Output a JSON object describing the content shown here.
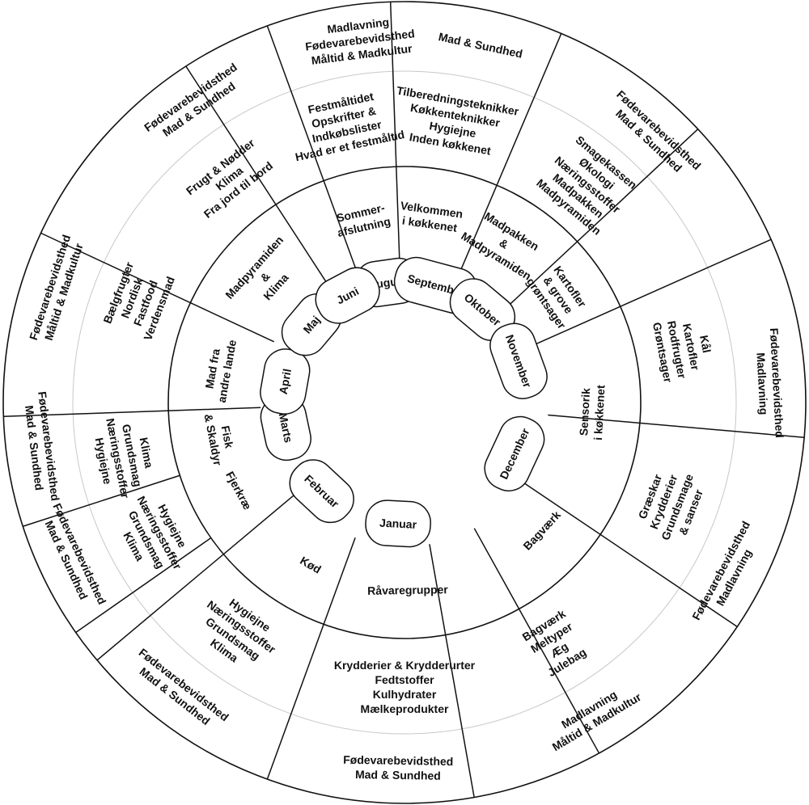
{
  "colors": {
    "stroke": "#111111",
    "guide": "#c8c8c8",
    "background": "#ffffff"
  },
  "months": [
    {
      "name": "August",
      "angle": 352
    },
    {
      "name": "September",
      "angle": 15
    },
    {
      "name": "Oktober",
      "angle": 40
    },
    {
      "name": "November",
      "angle": 70
    },
    {
      "name": "December",
      "angle": 115
    },
    {
      "name": "Januar",
      "angle": 183
    },
    {
      "name": "Februar",
      "angle": 223
    },
    {
      "name": "Marts",
      "angle": 258
    },
    {
      "name": "April",
      "angle": 280
    },
    {
      "name": "Maj",
      "angle": 310
    },
    {
      "name": "Juni",
      "angle": 332
    }
  ],
  "inner_labels": [
    {
      "lines": [
        "Velkommen",
        "i køkkenet"
      ],
      "angle": 8
    },
    {
      "lines": [
        "Madpakken",
        "&",
        "Madpyramiden"
      ],
      "angle": 32
    },
    {
      "lines": [
        "Kartofler",
        "& grove",
        "grøntsager"
      ],
      "angle": 55
    },
    {
      "lines": [
        "Sensorik",
        "i køkkenet"
      ],
      "angle": 93
    },
    {
      "lines": [
        "Bagværk"
      ],
      "angle": 133
    },
    {
      "lines": [
        "Råvaregrupper"
      ],
      "angle": 179
    },
    {
      "lines": [
        "Kød"
      ],
      "angle": 210
    },
    {
      "lines": [
        "Fjerkræ"
      ],
      "angle": 242
    },
    {
      "lines": [
        "Fisk",
        "& Skaldyr"
      ],
      "angle": 259
    },
    {
      "lines": [
        "Mad fra",
        "andre lande"
      ],
      "angle": 280
    },
    {
      "lines": [
        "Madpyramiden",
        "&",
        "Klima"
      ],
      "angle": 312
    },
    {
      "lines": [
        "Sommer-",
        "afslutning"
      ],
      "angle": 347
    }
  ],
  "mid_labels": [
    {
      "lines": [
        "Tilberedningsteknikker",
        "Køkkenteknikker",
        "Hygiejne",
        "Inden køkkenet"
      ],
      "angle": 10
    },
    {
      "lines": [
        "Smagekassen",
        "Økologi",
        "Næringsstoffer",
        "Madpakken",
        "Madpyramiden"
      ],
      "angle": 40
    },
    {
      "lines": [
        "Kål",
        "Kartofler",
        "Rodfrugter",
        "Grøntsager"
      ],
      "angle": 79
    },
    {
      "lines": [
        "Græskar",
        "Krydderier",
        "Grundsmage",
        "& sanser"
      ],
      "angle": 111
    },
    {
      "lines": [
        "Bagværk",
        "Meltyper",
        "Æg",
        "Julebag"
      ],
      "angle": 148
    },
    {
      "lines": [
        "Krydderier & Krydderurter",
        "Fedtstoffer",
        "Kulhydrater",
        "Mælkeprodukter"
      ],
      "angle": 180
    },
    {
      "lines": [
        "Hygiejne",
        "Næringsstoffer",
        "Grundsmag",
        "Klima"
      ],
      "angle": 216
    },
    {
      "lines": [
        "Hygiejne",
        "Næringsstoffer",
        "Grundsmag",
        "Klima"
      ],
      "angle": 242
    },
    {
      "lines": [
        "Klima",
        "Grundsmag",
        "Næringsstoffer",
        "Hygiejne"
      ],
      "angle": 259
    },
    {
      "lines": [
        "Bælgfrugter",
        "Nordisk",
        "Fastfood",
        "Verdensmad"
      ],
      "angle": 291
    },
    {
      "lines": [
        "Frugt & Nødder",
        "Klima",
        "Fra jord til bord"
      ],
      "angle": 322
    },
    {
      "lines": [
        "Festmåltidet",
        "Opskrifter &",
        "Indkøbslister",
        "Hvad er et festmåltid"
      ],
      "angle": 348
    }
  ],
  "outer_labels": [
    {
      "lines": [
        "Mad & Sundhed"
      ],
      "angle": 12
    },
    {
      "lines": [
        "Fødevarebevidsthed",
        "Mad & Sundhed"
      ],
      "angle": 43
    },
    {
      "lines": [
        "Fødevarebevidsthed",
        "Madlavning"
      ],
      "angle": 87
    },
    {
      "lines": [
        "Fødevarebevidsthed",
        "Madlavning"
      ],
      "angle": 118
    },
    {
      "lines": [
        "Madlavning",
        "Måltid & Madkultur"
      ],
      "angle": 149
    },
    {
      "lines": [
        "Fødevarebevidsthed",
        "Mad & Sundhed"
      ],
      "angle": 181
    },
    {
      "lines": [
        "Fødevarebevidsthed",
        "Mad & Sundhed"
      ],
      "angle": 218
    },
    {
      "lines": [
        "Fødevarebevidsthed",
        "Mad & Sundhed"
      ],
      "angle": 245
    },
    {
      "lines": [
        "Fødevarebevidsthed",
        "Mad & Sundhed"
      ],
      "angle": 263
    },
    {
      "lines": [
        "Fødevarebevidsthed",
        "Måltid & Madkultur"
      ],
      "angle": 288
    },
    {
      "lines": [
        "Fødevarebevidsthed",
        "Mad & Sundhed"
      ],
      "angle": 325
    },
    {
      "lines": [
        "Madlavning",
        "Fødevarebevidsthed",
        "Måltid & Madkultur"
      ],
      "angle": 353
    }
  ],
  "spokes": [
    {
      "from": "inner",
      "angle": 340
    },
    {
      "from": "inner",
      "angle": 358
    },
    {
      "from": "inner",
      "angle": 23
    },
    {
      "from": "inner",
      "angle": 47
    },
    {
      "from": "inner",
      "angle": 66
    },
    {
      "from": "inner",
      "angle": 124
    },
    {
      "from": "inner",
      "angle": 151
    },
    {
      "from": "inner",
      "angle": 200
    },
    {
      "from": "inner",
      "angle": 230
    },
    {
      "from": "inner",
      "angle": 268
    },
    {
      "from": "inner",
      "angle": 295
    },
    {
      "from": "inner",
      "angle": 327
    },
    {
      "from": "inner",
      "angle": 95
    },
    {
      "from": "inner",
      "angle": 170
    },
    {
      "from": "mid",
      "angle": 252
    },
    {
      "from": "mid",
      "angle": 235
    }
  ]
}
